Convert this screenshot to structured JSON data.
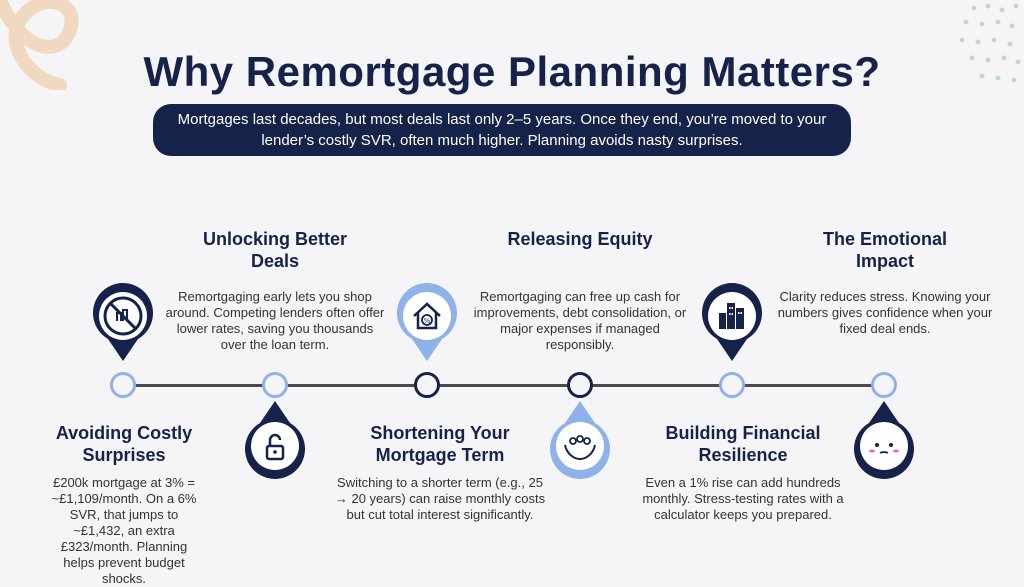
{
  "title": "Why Remortgage Planning Matters?",
  "subtitle": "Mortgages last decades, but most deals last only 2–5 years. Once they end, you’re moved to your lender’s costly SVR, often much higher. Planning avoids nasty surprises.",
  "colors": {
    "navy": "#15224a",
    "light_blue": "#8fb2e8",
    "background": "#f5f5f7"
  },
  "steps": [
    {
      "title": "Avoiding Costly Surprises",
      "desc": "£200k mortgage at 3% = ~£1,109/month. On a 6% SVR, that jumps to ~£1,432, an extra £323/month. Planning helps prevent budget shocks.",
      "icon": "no-money-icon"
    },
    {
      "title": "Unlocking Better Deals",
      "desc": "Remortgaging early lets you shop around. Competing lenders often offer lower rates, saving you thousands over the loan term.",
      "icon": "unlocked-padlock-icon"
    },
    {
      "title": "Shortening Your Mortgage Term",
      "desc": "Switching to a shorter term (e.g., 25 → 20 years) can raise monthly costs but cut total interest significantly.",
      "icon": "house-percent-icon"
    },
    {
      "title": "Releasing Equity",
      "desc": "Remortgaging can free up cash for improvements, debt consolidation, or major expenses if managed responsibly.",
      "icon": "hands-people-icon"
    },
    {
      "title": "Building Financial Resilience",
      "desc": "Even a 1% rise can add hundreds monthly. Stress-testing rates with a calculator keeps you prepared.",
      "icon": "city-buildings-icon"
    },
    {
      "title": "The Emotional Impact",
      "desc": "Clarity reduces stress. Knowing your numbers gives confidence when your fixed deal ends.",
      "icon": "worried-face-icon"
    }
  ]
}
